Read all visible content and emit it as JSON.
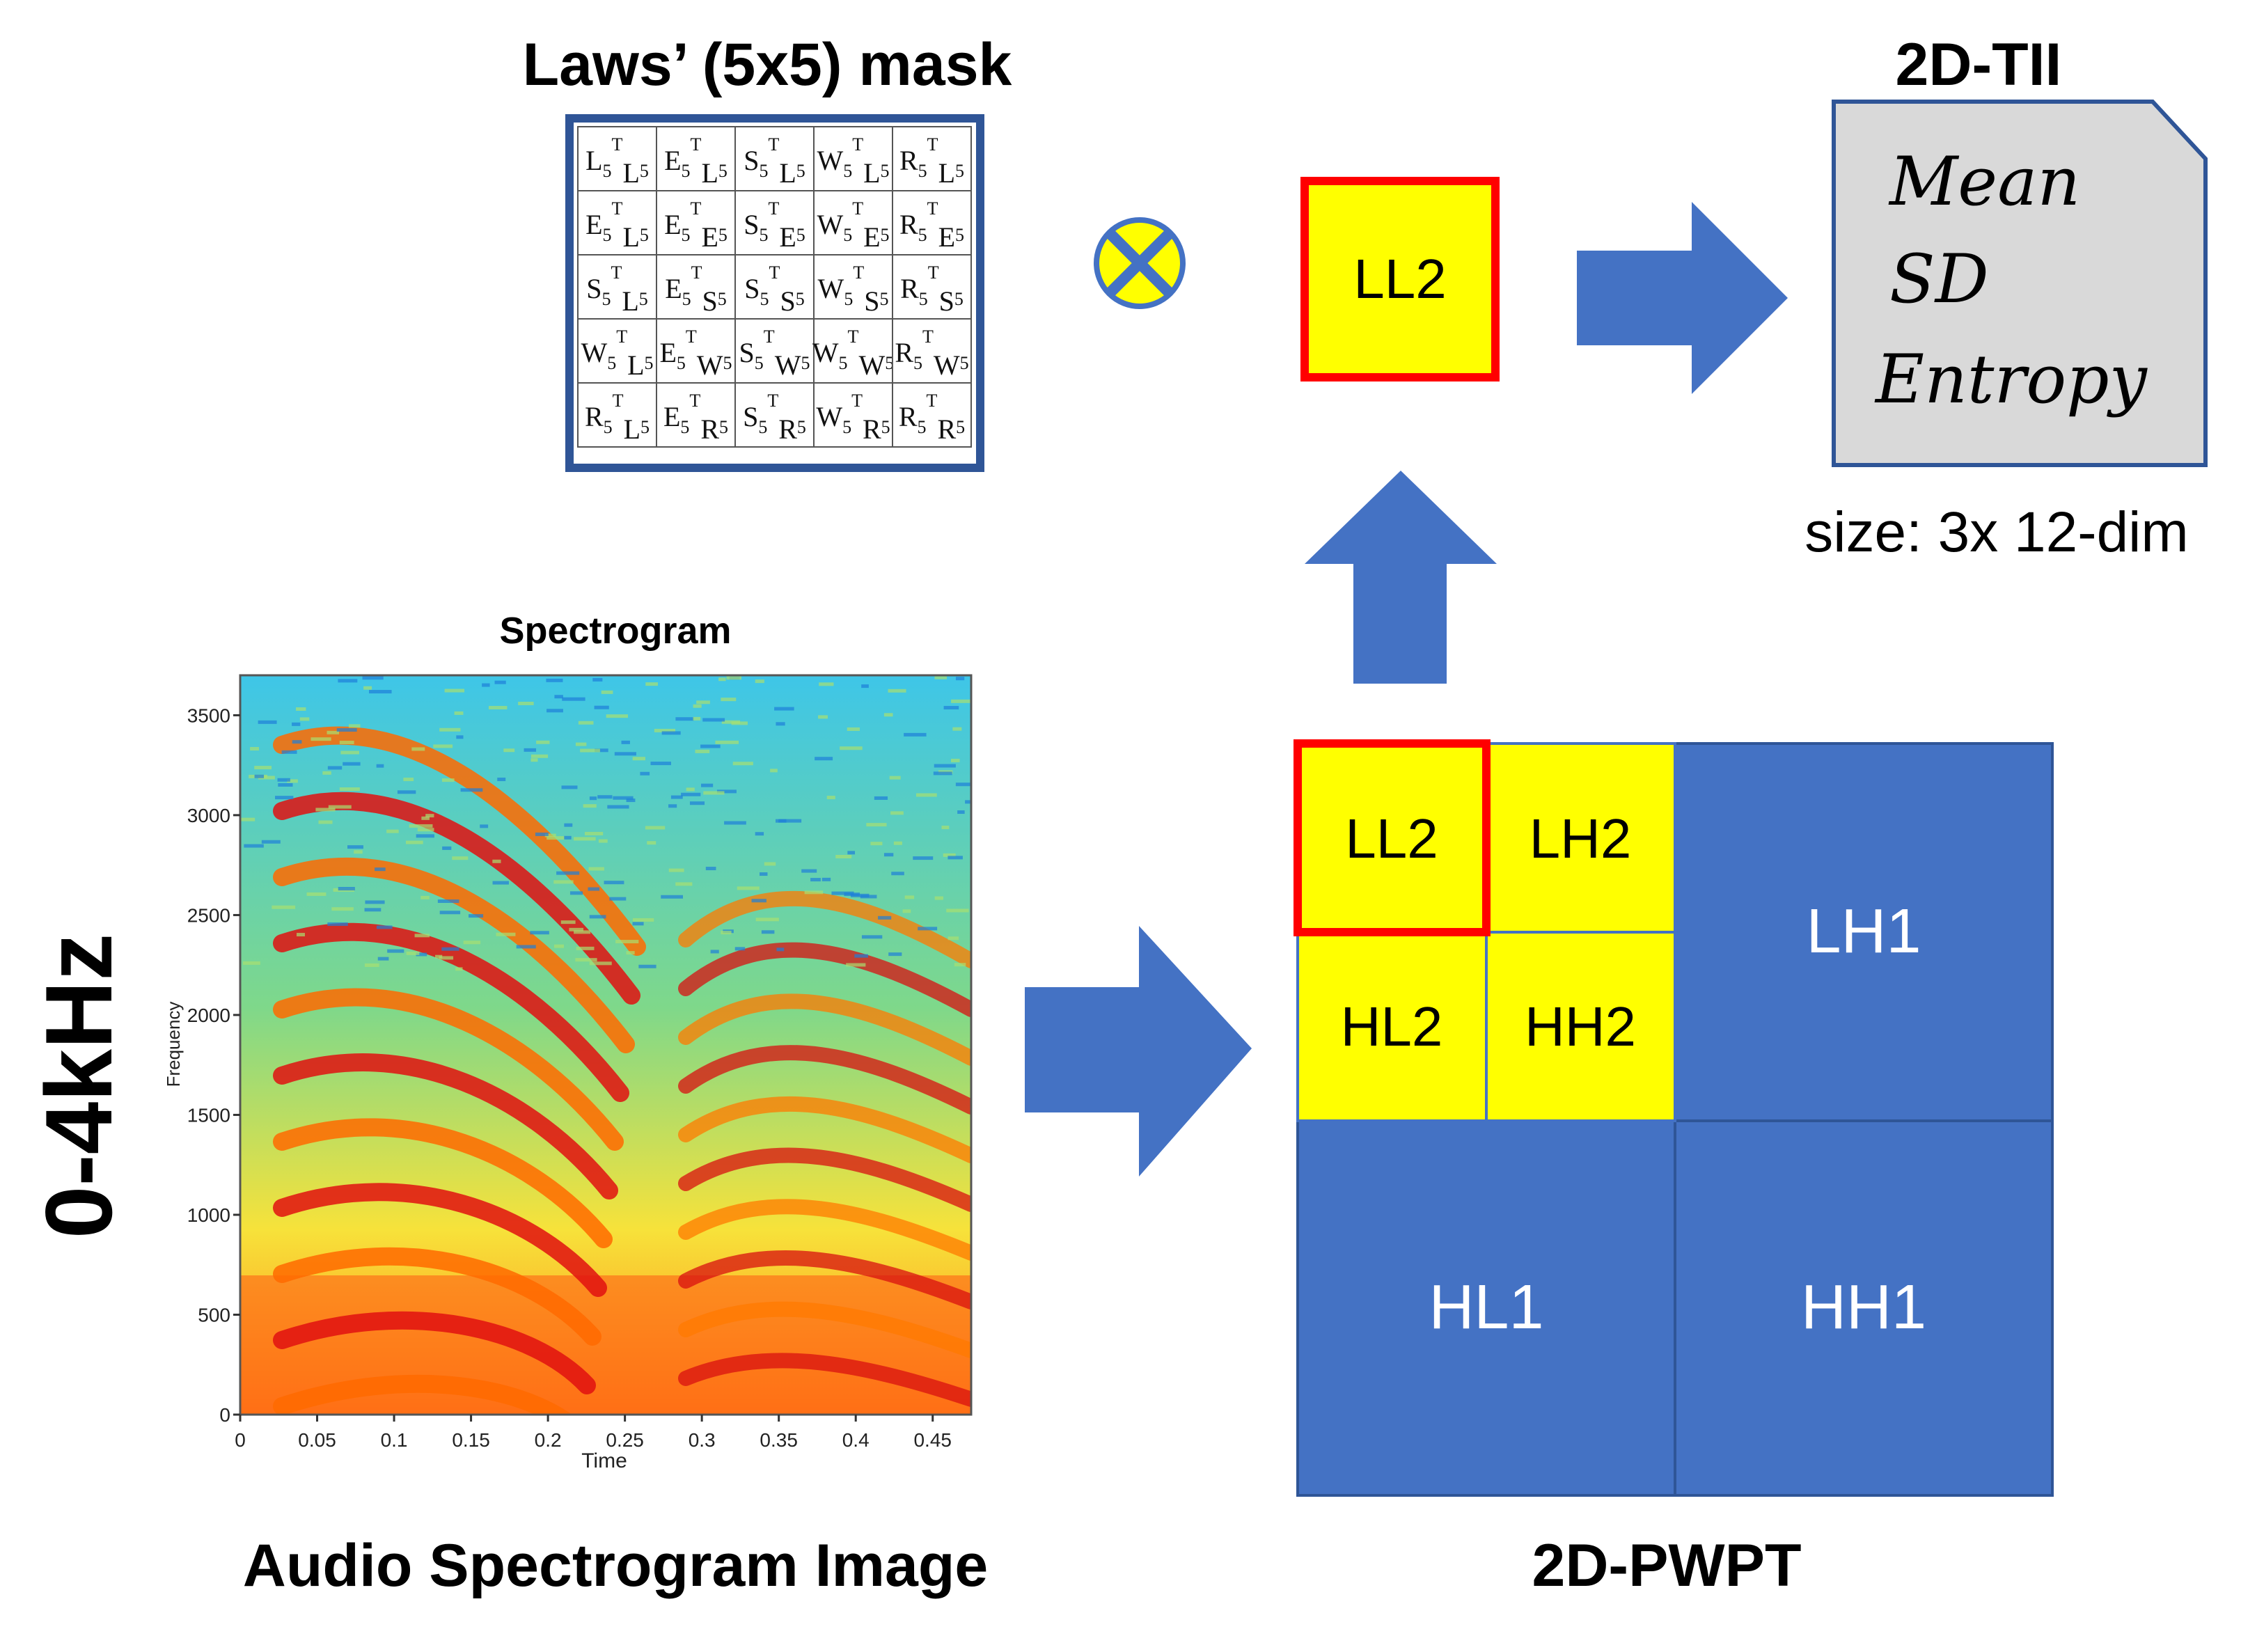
{
  "laws_mask": {
    "title": "Laws’ (5x5) mask",
    "rows": [
      [
        [
          "L",
          "L"
        ],
        [
          "E",
          "L"
        ],
        [
          "S",
          "L"
        ],
        [
          "W",
          "L"
        ],
        [
          "R",
          "L"
        ]
      ],
      [
        [
          "E",
          "L"
        ],
        [
          "E",
          "E"
        ],
        [
          "S",
          "E"
        ],
        [
          "W",
          "E"
        ],
        [
          "R",
          "E"
        ]
      ],
      [
        [
          "S",
          "L"
        ],
        [
          "E",
          "S"
        ],
        [
          "S",
          "S"
        ],
        [
          "W",
          "S"
        ],
        [
          "R",
          "S"
        ]
      ],
      [
        [
          "W",
          "L"
        ],
        [
          "E",
          "W"
        ],
        [
          "S",
          "W"
        ],
        [
          "W",
          "W"
        ],
        [
          "R",
          "W"
        ]
      ],
      [
        [
          "R",
          "L"
        ],
        [
          "E",
          "R"
        ],
        [
          "S",
          "R"
        ],
        [
          "W",
          "R"
        ],
        [
          "R",
          "R"
        ]
      ]
    ],
    "subscript": "5",
    "superscript": "T"
  },
  "operator": {
    "icon": "convolution-cross-icon"
  },
  "ll2_box": {
    "label": "LL2"
  },
  "tii": {
    "title": "2D-TII",
    "features": [
      "Mean",
      "SD",
      "Entropy"
    ],
    "size_label": "size: 3x 12-dim"
  },
  "spectrogram": {
    "title": "Spectrogram",
    "ylabel": "Frequency",
    "xlabel": "Time",
    "yticks": [
      "0",
      "500",
      "1000",
      "1500",
      "2000",
      "2500",
      "3000",
      "3500"
    ],
    "xticks": [
      "0",
      "0.05",
      "0.1",
      "0.15",
      "0.2",
      "0.25",
      "0.3",
      "0.35",
      "0.4",
      "0.45"
    ],
    "side_label": "0-4kHz",
    "caption": "Audio Spectrogram Image"
  },
  "pwpt": {
    "caption": "2D-PWPT",
    "level2": [
      "LL2",
      "LH2",
      "HL2",
      "HH2"
    ],
    "level1": [
      "LH1",
      "HL1",
      "HH1"
    ]
  },
  "colors": {
    "blue": "#4472c4",
    "dark_blue": "#2f5597",
    "yellow": "#ffff00",
    "red": "#ff0000",
    "gray": "#d9d9d9"
  }
}
